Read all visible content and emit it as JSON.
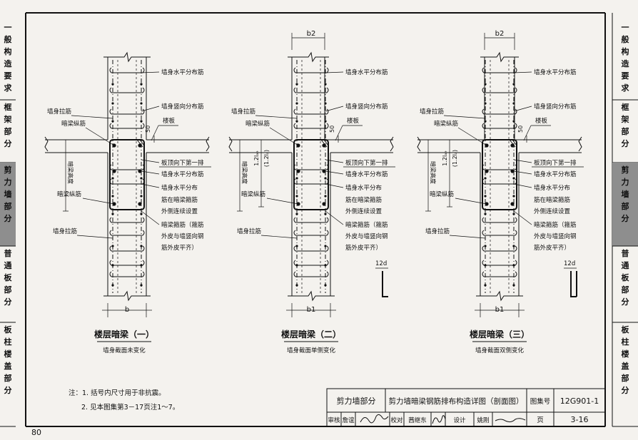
{
  "sidebar": {
    "sections": [
      {
        "chars": [
          "一",
          "般",
          "构",
          "造",
          "要",
          "求"
        ]
      },
      {
        "chars": [
          "框",
          "架",
          "部",
          "分"
        ]
      },
      {
        "chars": [
          "剪",
          "力",
          "墙",
          "部",
          "分"
        ],
        "active": true
      },
      {
        "chars": [
          "普",
          "通",
          "板",
          "部",
          "分"
        ]
      },
      {
        "chars": [
          "板",
          "柱",
          "楼",
          "盖",
          "部",
          "分"
        ]
      }
    ]
  },
  "right_sidebar": {
    "sections": [
      {
        "chars": [
          "一",
          "般",
          "构",
          "造",
          "要",
          "求"
        ]
      },
      {
        "chars": [
          "框",
          "架",
          "部",
          "分"
        ]
      },
      {
        "chars": [
          "剪",
          "力",
          "墙",
          "部",
          "分"
        ],
        "active": true
      },
      {
        "chars": [
          "普",
          "通",
          "板",
          "部",
          "分"
        ]
      },
      {
        "chars": [
          "板",
          "柱",
          "楼",
          "盖",
          "部",
          "分"
        ]
      }
    ]
  },
  "labels": {
    "wall_horiz": "墙身水平分布筋",
    "wall_vert": "墙身竖向分布筋",
    "wall_tie": "墙身拉筋",
    "beam_long": "暗梁纵筋",
    "slab": "楼板",
    "dim_50": "50",
    "top_first": "板顶向下第一排",
    "horiz_1": "墙身水平分布筋",
    "horiz_2a": "墙身水平分布",
    "horiz_2b": "筋在暗梁箍筋",
    "horiz_2c": "外侧连续设置",
    "stirrup_a": "暗梁箍筋（箍筋",
    "stirrup_b": "外皮与墙竖向钢",
    "stirrup_c": "筋外皮平齐）",
    "beam_height": "暗梁高度",
    "lae_1": "1.2lₐₑ",
    "lae_2": "(1.2lₐ)",
    "dim_12d": "12d",
    "dim_b": "b",
    "dim_b1": "b1",
    "dim_b2": "b2"
  },
  "captions": [
    {
      "title": "楼层暗梁（一）",
      "sub": "墙身截面未变化"
    },
    {
      "title": "楼层暗梁（二）",
      "sub": "墙身截面单侧变化"
    },
    {
      "title": "楼层暗梁（三）",
      "sub": "墙身截面双侧变化"
    }
  ],
  "notes": {
    "line1": "注：1. 括号内尺寸用于非抗震。",
    "line2": "2. 见本图集第3－17页注1～7。"
  },
  "title_block": {
    "section": "剪力墙部分",
    "drawing_title": "剪力墙暗梁钢筋排布构造详图（剖面图）",
    "atlas_label": "图集号",
    "atlas_no": "12G901-1",
    "review_label": "审核",
    "reviewer": "詹谊",
    "check_label": "校对",
    "checker": "茜继东",
    "design_label": "设计",
    "designer": "姚刚",
    "page_label": "页",
    "page_no": "3-16"
  },
  "page_number": "80"
}
